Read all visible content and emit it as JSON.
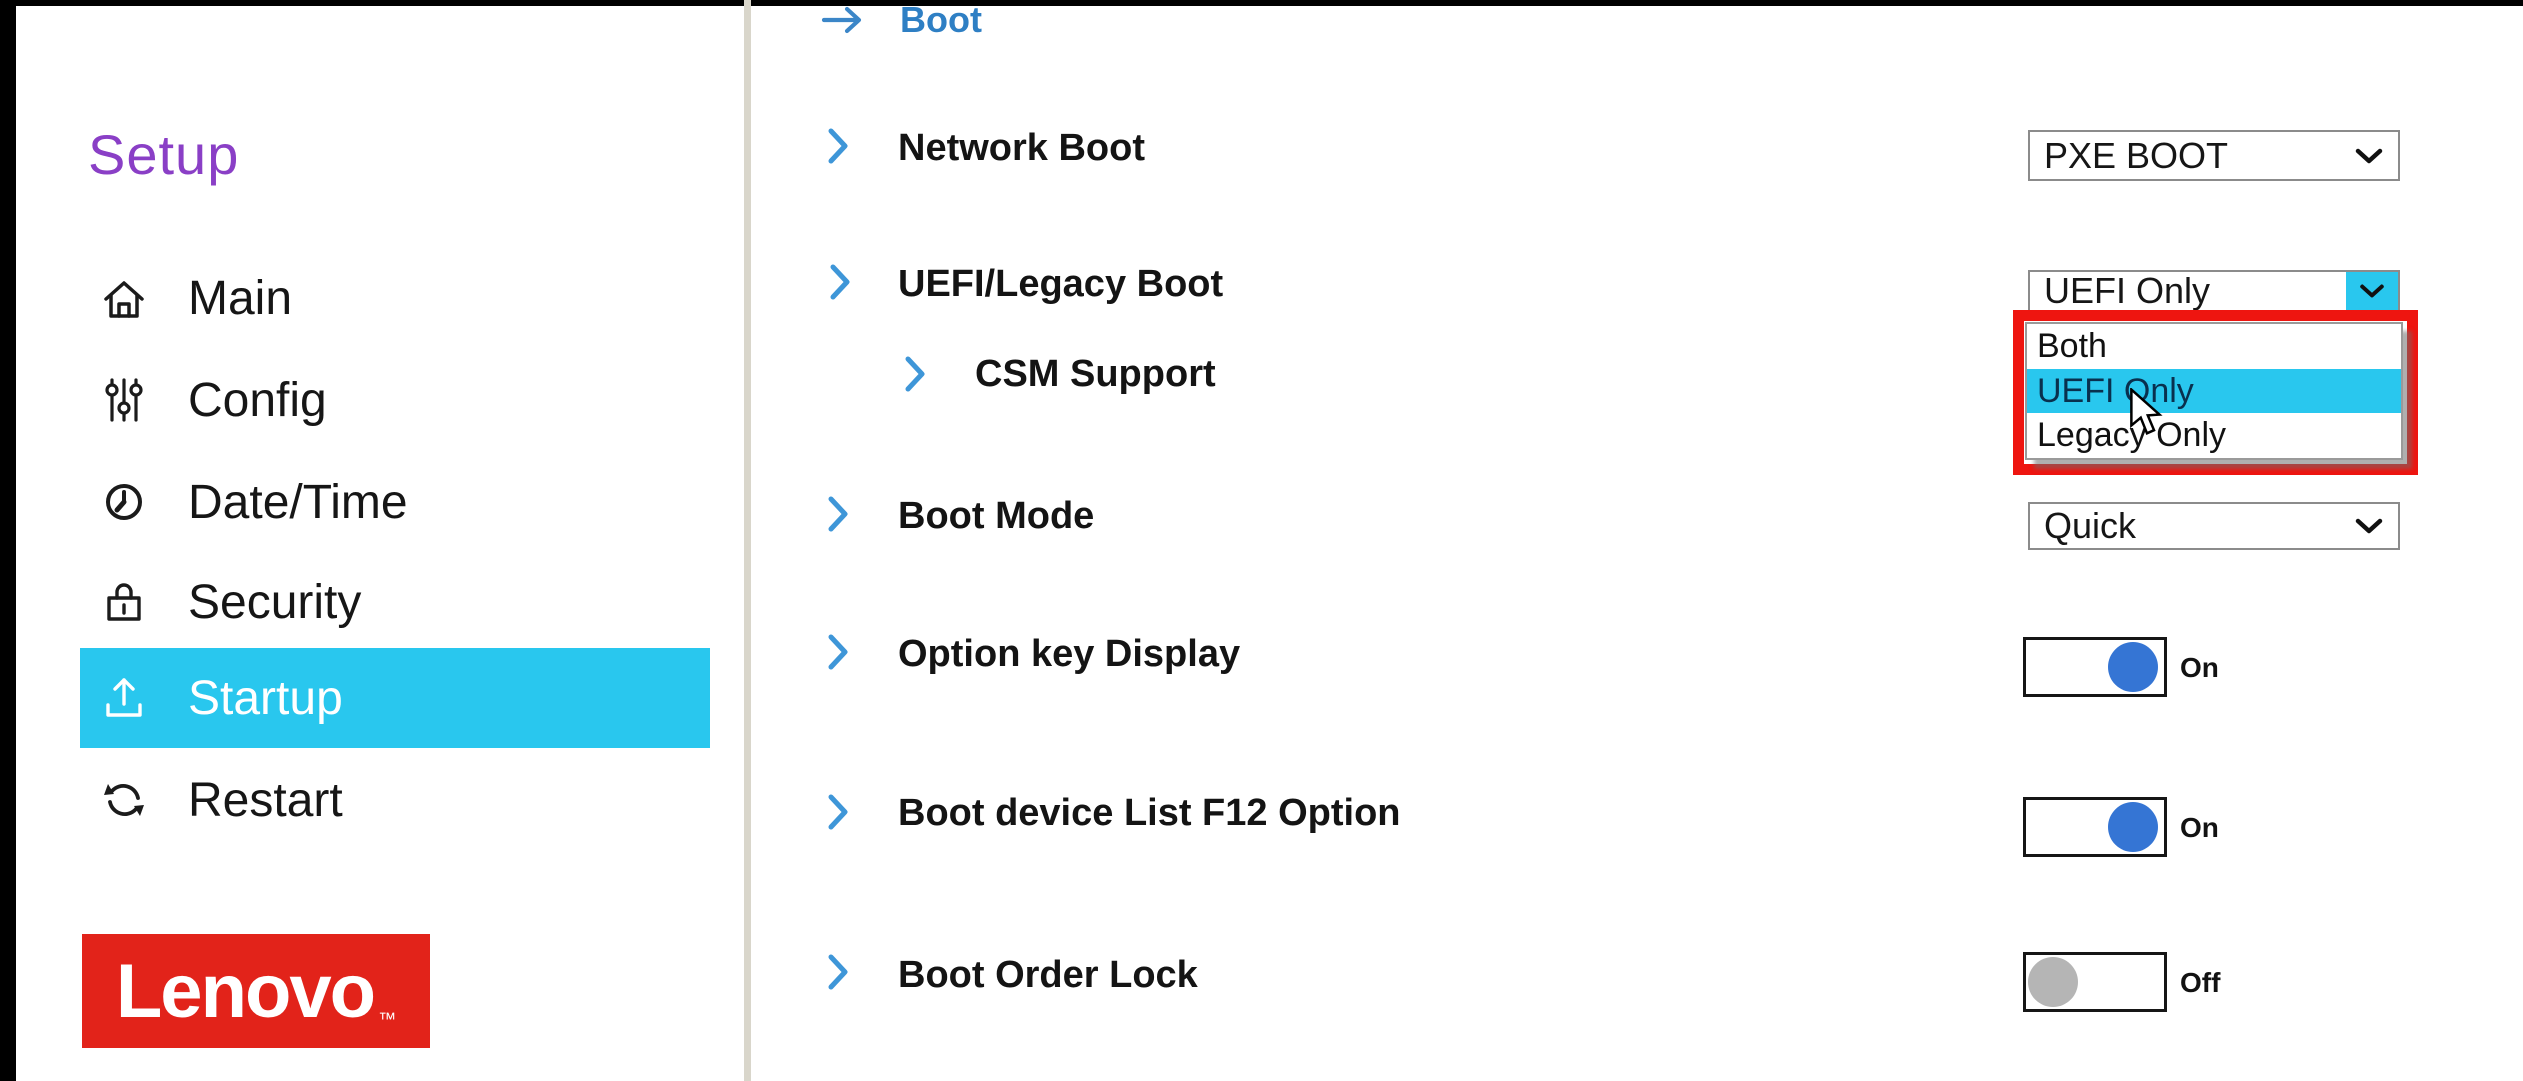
{
  "sidebar": {
    "title": "Setup",
    "items": [
      {
        "label": "Main"
      },
      {
        "label": "Config"
      },
      {
        "label": "Date/Time"
      },
      {
        "label": "Security"
      },
      {
        "label": "Startup",
        "active": true
      },
      {
        "label": "Restart"
      }
    ],
    "logo": {
      "text": "Lenovo",
      "tm": "™"
    }
  },
  "main": {
    "header": {
      "label": "Boot"
    },
    "rows": [
      {
        "label": "Network Boot"
      },
      {
        "label": "UEFI/Legacy Boot"
      },
      {
        "label": "CSM Support"
      },
      {
        "label": "Boot Mode"
      },
      {
        "label": "Option key Display"
      },
      {
        "label": "Boot device List F12 Option"
      },
      {
        "label": "Boot Order Lock"
      }
    ],
    "controls": {
      "network_boot_select": {
        "value": "PXE BOOT"
      },
      "uefi_legacy_select": {
        "value": "UEFI Only",
        "open": true,
        "options": [
          {
            "label": "Both"
          },
          {
            "label": "UEFI Only",
            "selected": true
          },
          {
            "label": "Legacy Only"
          }
        ]
      },
      "boot_mode_select": {
        "value": "Quick"
      },
      "option_key_toggle": {
        "state": "On"
      },
      "boot_device_toggle": {
        "state": "On"
      },
      "boot_order_toggle": {
        "state": "Off"
      }
    }
  },
  "colors": {
    "accent_cyan": "#29C7EE",
    "title_purple": "#8A3FC6",
    "header_blue": "#2E7FC4",
    "toggle_on_blue": "#3575D4",
    "toggle_off_gray": "#B5B5B5",
    "lenovo_red": "#E2231A",
    "annotation_red": "#EE1510"
  }
}
